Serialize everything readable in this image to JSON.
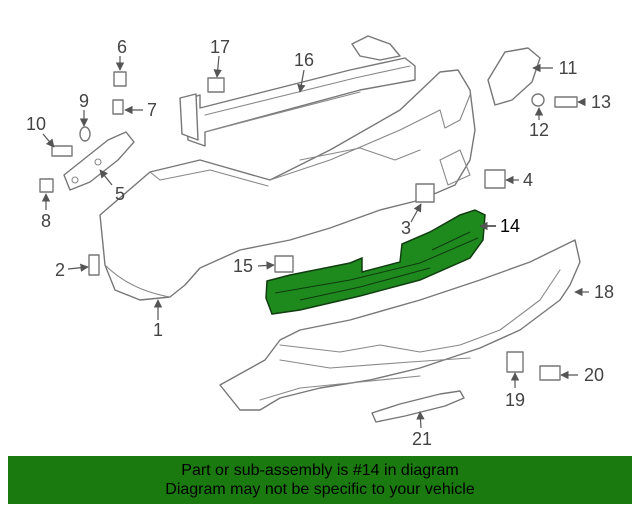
{
  "highlight_color": "#1e8a1e",
  "banner_color": "#1a7a0f",
  "callouts": {
    "c1": "1",
    "c2": "2",
    "c3": "3",
    "c4": "4",
    "c5": "5",
    "c6": "6",
    "c7": "7",
    "c8": "8",
    "c9": "9",
    "c10": "10",
    "c11": "11",
    "c12": "12",
    "c13": "13",
    "c14": "14",
    "c15": "15",
    "c16": "16",
    "c17": "17",
    "c18": "18",
    "c19": "19",
    "c20": "20",
    "c21": "21"
  },
  "highlighted_part": "14",
  "banner": {
    "line1": "Part or sub-assembly is #14 in diagram",
    "line2": "Diagram may not be specific to your vehicle"
  }
}
